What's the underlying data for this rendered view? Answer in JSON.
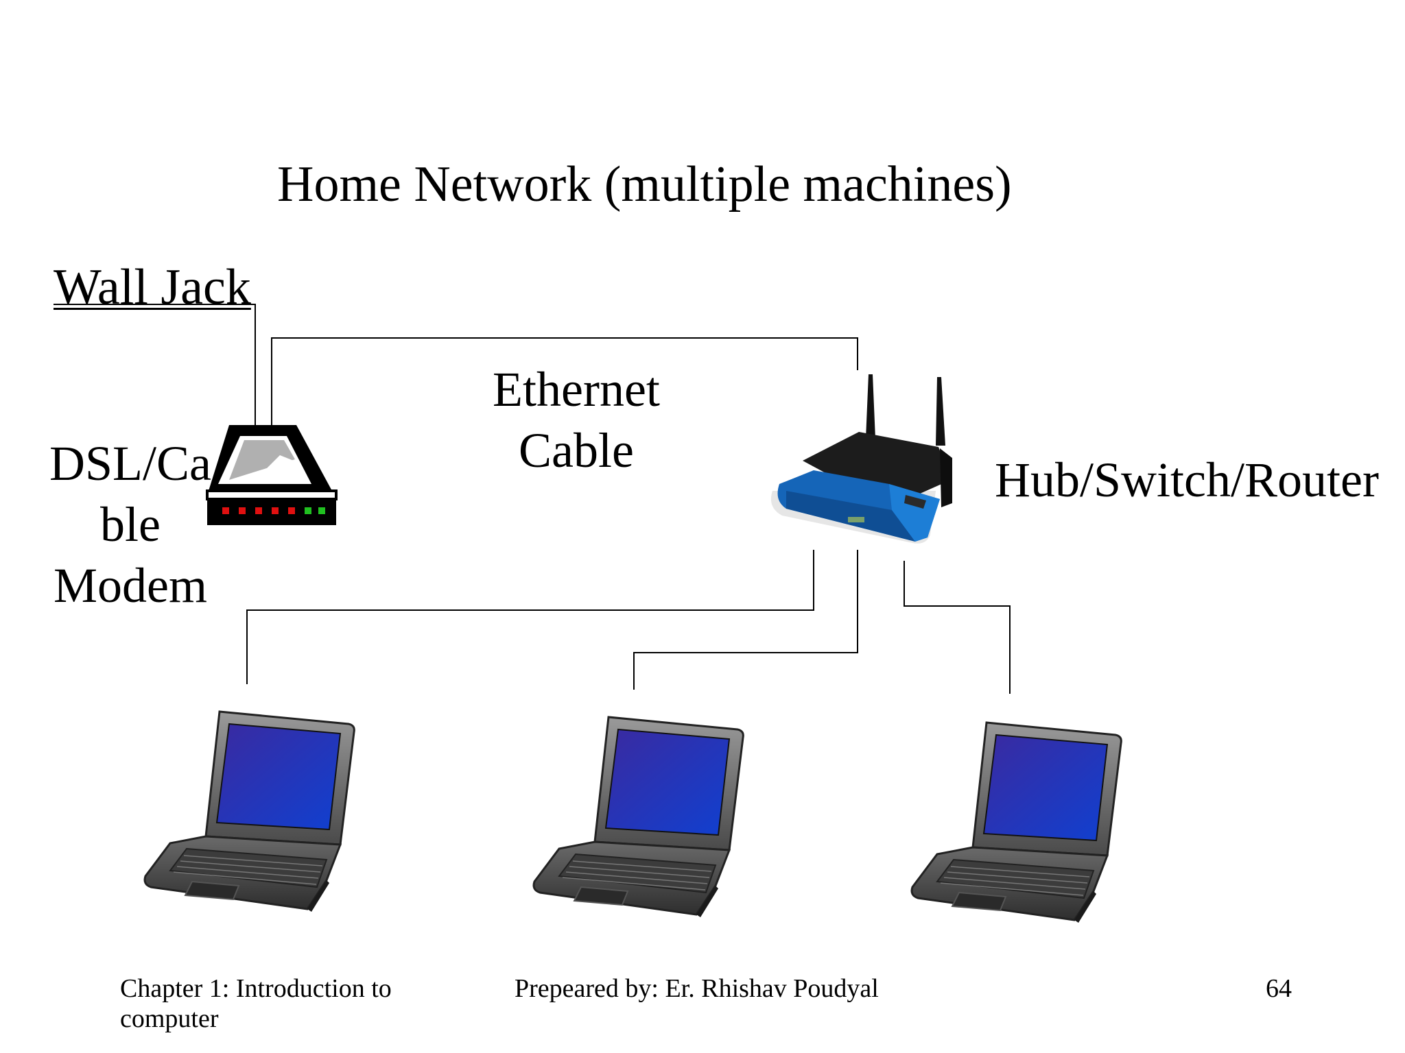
{
  "title": "Home Network (multiple machines)",
  "labels": {
    "wall_jack": "Wall Jack",
    "modem_line1": "DSL/Ca",
    "modem_line2": "ble",
    "modem_line3": "Modem",
    "ethernet_line1": "Ethernet",
    "ethernet_line2": "Cable",
    "router": "Hub/Switch/Router"
  },
  "footer": {
    "left": "Chapter 1: Introduction to computer",
    "center": "Prepeared by: Er. Rhishav Poudyal",
    "right": "64"
  },
  "colors": {
    "router_blue": "#1565b8",
    "router_dark": "#1c1c1c",
    "laptop_screen": "#1f2fb0",
    "laptop_body": "#555555",
    "modem_led_red": "#e01010",
    "modem_led_green": "#20c020"
  },
  "icons": [
    "modem-icon",
    "router-icon",
    "laptop-icon",
    "laptop-icon",
    "laptop-icon"
  ]
}
